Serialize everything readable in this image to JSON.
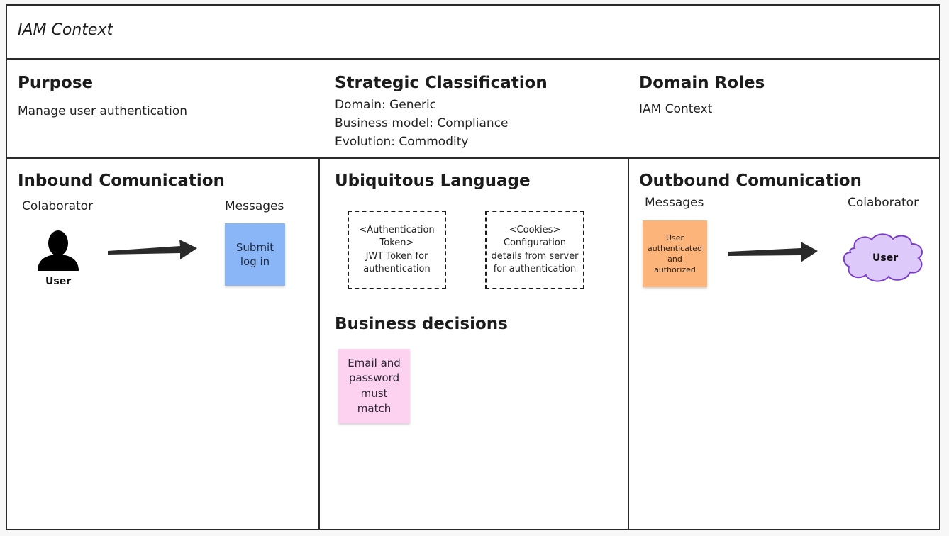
{
  "title": "IAM Context",
  "purpose": {
    "heading": "Purpose",
    "text": "Manage user authentication"
  },
  "strategic_classification": {
    "heading": "Strategic Classification",
    "domain": "Domain: Generic",
    "business_model": "Business model: Compliance",
    "evolution": "Evolution: Commodity"
  },
  "domain_roles": {
    "heading": "Domain Roles",
    "text": "IAM Context"
  },
  "inbound": {
    "heading": "Inbound Comunication",
    "collaborator_label": "Colaborator",
    "messages_label": "Messages",
    "collaborator_name": "User",
    "collaborator_icon": "person-icon",
    "message_note": [
      "Submit",
      "log in"
    ],
    "message_color": "#8ab6f7"
  },
  "ubiquitous_language": {
    "heading": "Ubiquitous Language",
    "terms": [
      {
        "lines": [
          "<Authentication",
          "Token>",
          "JWT Token for",
          "authentication"
        ]
      },
      {
        "lines": [
          "<Cookies>",
          "Configuration",
          "details from server",
          "for authentication"
        ]
      }
    ]
  },
  "business_decisions": {
    "heading": "Business decisions",
    "note": [
      "Email and",
      "password",
      "must",
      "match"
    ],
    "note_color": "#fdd1f0"
  },
  "outbound": {
    "heading": "Outbound Comunication",
    "messages_label": "Messages",
    "collaborator_label": "Colaborator",
    "message_note": [
      "User",
      "authenticated",
      "and",
      "authorized"
    ],
    "message_color": "#fcb47a",
    "collaborator_name": "User",
    "collaborator_icon": "cloud-icon",
    "cloud_fill": "#ddc9fa",
    "cloud_stroke": "#7a3ec9"
  }
}
